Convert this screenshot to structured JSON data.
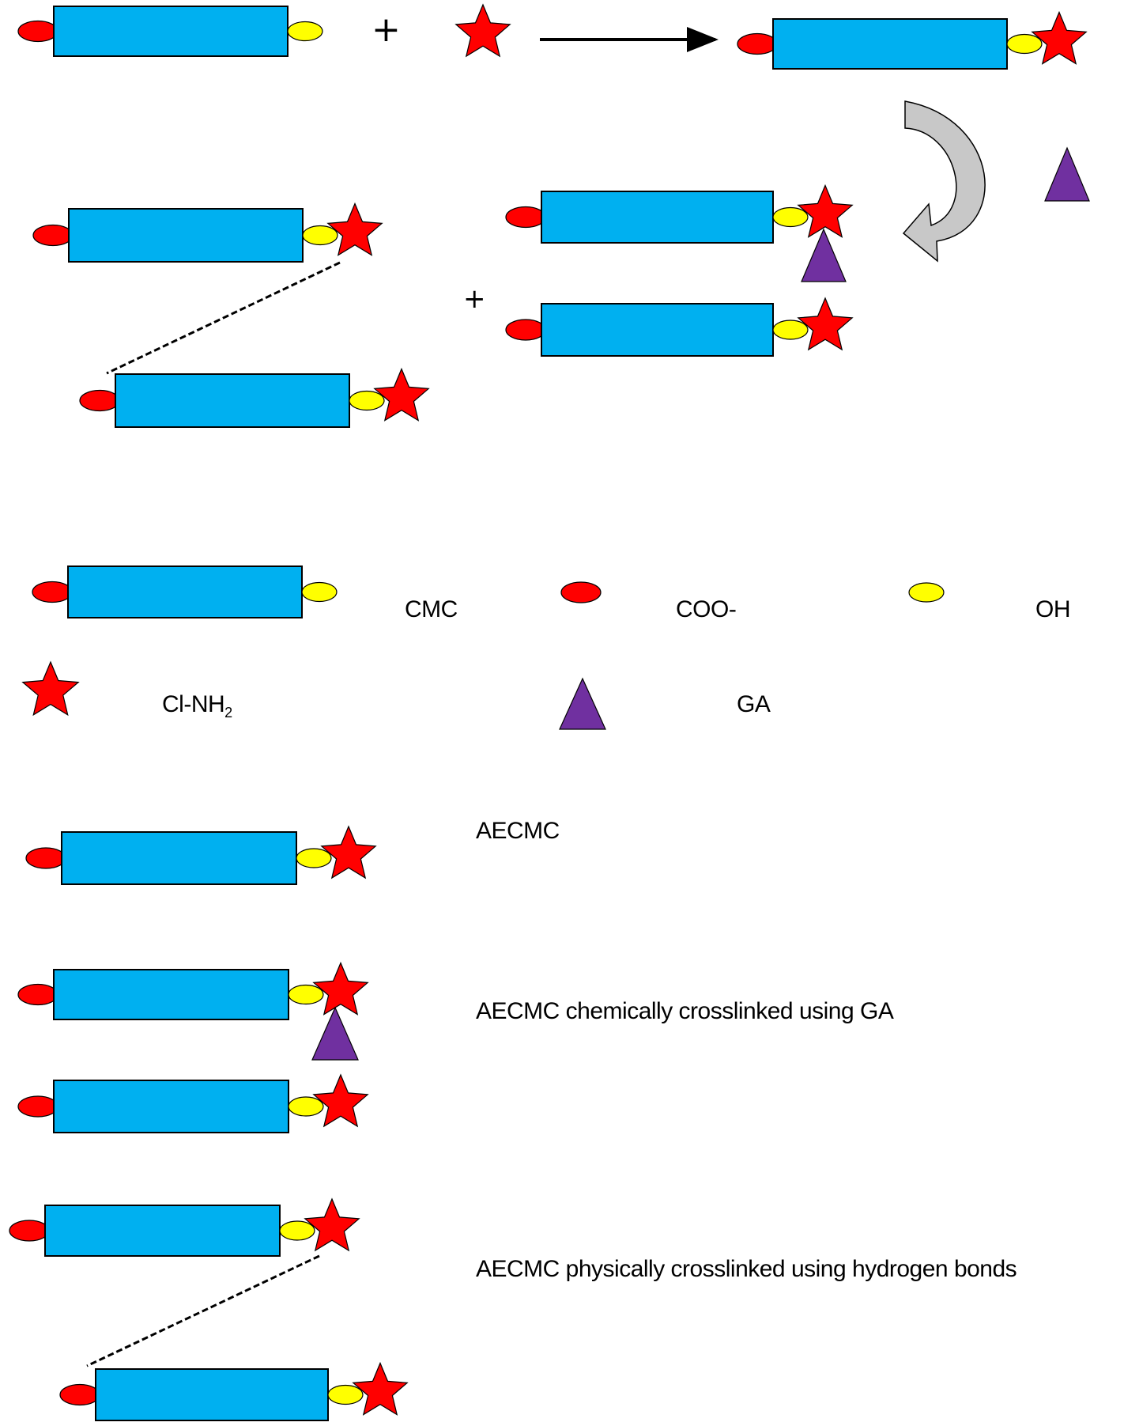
{
  "colors": {
    "cmc_backbone": "#00b0f0",
    "coo_group": "#ff0000",
    "oh_group": "#ffff00",
    "cl_nh2": "#ff0000",
    "ga": "#7030a0",
    "curved_arrow": "#c8c8c8",
    "outline": "#000000"
  },
  "symbols": {
    "plus": "+"
  },
  "legend": {
    "cmc_label": "CMC",
    "coo_label": "COO-",
    "oh_label": "OH",
    "clnh2_label": "Cl-NH",
    "clnh2_subscript": "2",
    "ga_label": "GA"
  },
  "products": {
    "aecmc_label": "AECMC",
    "chem_label": "AECMC chemically crosslinked using GA",
    "phys_label": "AECMC physically crosslinked using hydrogen bonds"
  }
}
